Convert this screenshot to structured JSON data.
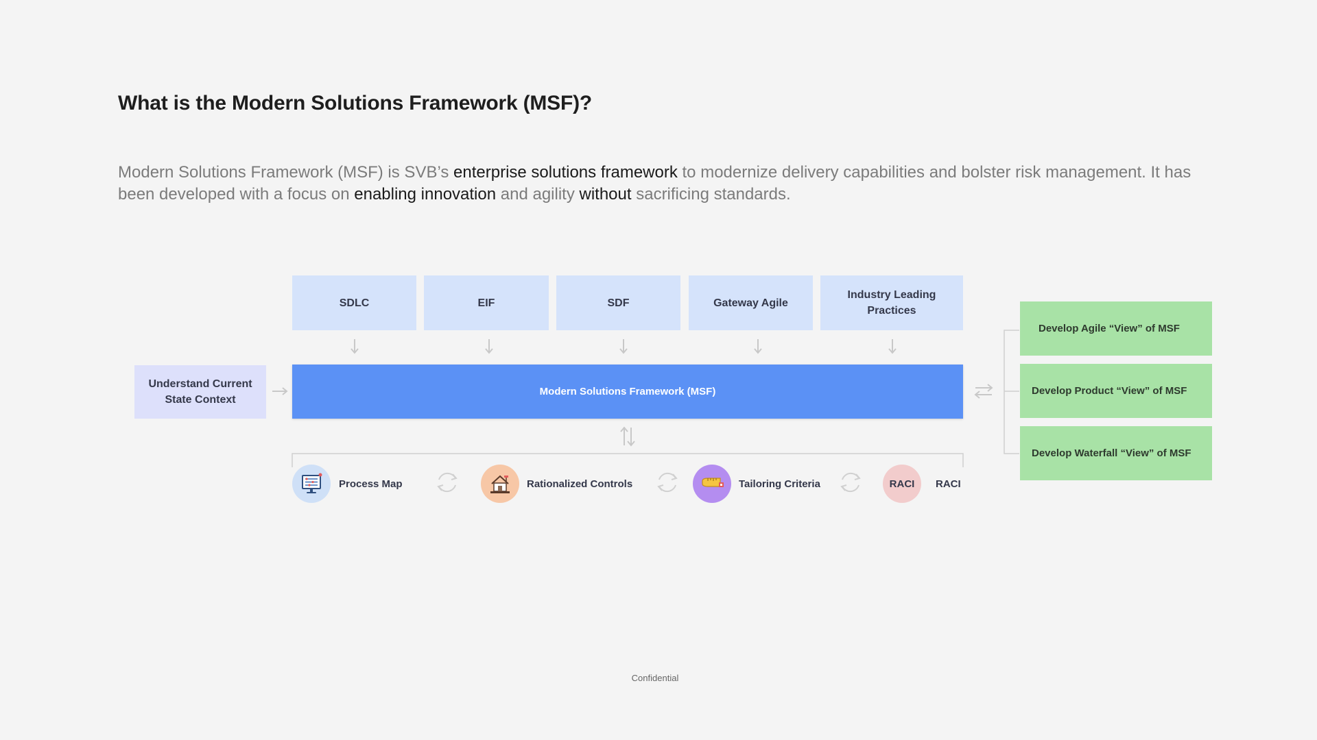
{
  "title": "What is the Modern Solutions Framework (MSF)?",
  "intro": {
    "p1": "Modern Solutions Framework (MSF) is SVB’s ",
    "h1": "enterprise solutions framework",
    "p2": " to modernize delivery capabilities and bolster risk management. It has been developed with a focus on ",
    "h2": "enabling innovation",
    "p3": " and agility ",
    "h3": "without",
    "p4": " sacrificing standards."
  },
  "sources": [
    {
      "label": "SDLC"
    },
    {
      "label": "EIF"
    },
    {
      "label": "SDF"
    },
    {
      "label": "Gateway Agile"
    },
    {
      "label": "Industry Leading Practices"
    }
  ],
  "context_box": "Understand Current State Context",
  "msf_box": "Modern Solutions Framework (MSF)",
  "views": [
    {
      "label": "Develop Agile “View” of MSF"
    },
    {
      "label": "Develop Product “View” of MSF"
    },
    {
      "label": "Develop Waterfall “View” of MSF"
    }
  ],
  "components": [
    {
      "label": "Process Map",
      "icon": "process-map-icon",
      "color": "#cfe0f7"
    },
    {
      "label": "Rationalized Controls",
      "icon": "controls-house-icon",
      "color": "#f7c7a6"
    },
    {
      "label": "Tailoring Criteria",
      "icon": "measuring-tape-icon",
      "color": "#b48df0"
    },
    {
      "label": "RACI",
      "icon_text": "RACI",
      "color": "#f2cccc"
    }
  ],
  "colors": {
    "source_box": "#d5e3fb",
    "context_box": "#dde0fb",
    "msf_box": "#5b91f5",
    "view_box": "#a8e2a6",
    "connector": "#c8c8c8"
  },
  "footer": "Confidential"
}
